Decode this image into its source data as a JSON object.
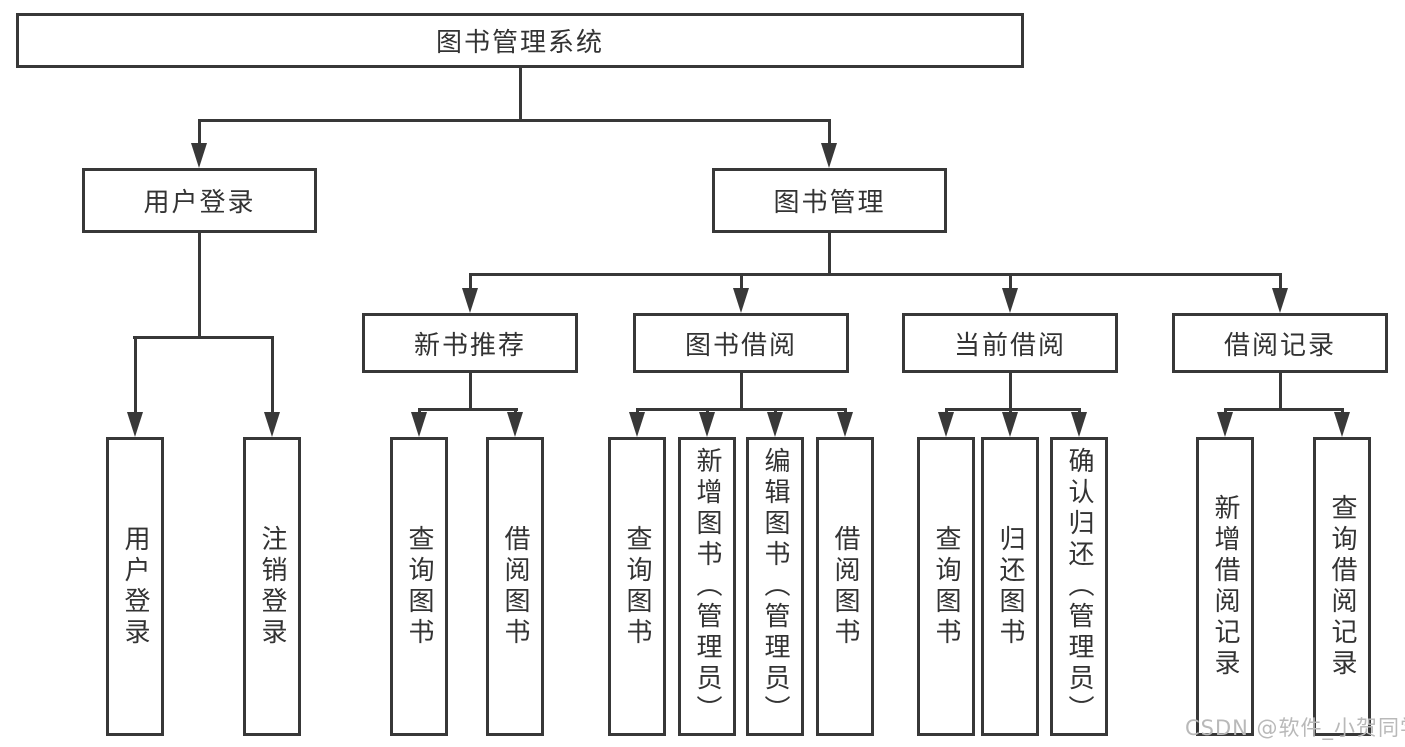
{
  "diagram_title": "图书管理系统",
  "watermark": "CSDN @软件_小贺同学",
  "colors": {
    "line": "#383838",
    "text": "#333333",
    "background": "#ffffff",
    "watermark": "#b9b9b9"
  },
  "root": {
    "label": "图书管理系统"
  },
  "branches": [
    {
      "label": "用户登录",
      "children": [
        {
          "label": "用户登录"
        },
        {
          "label": "注销登录"
        }
      ]
    },
    {
      "label": "图书管理",
      "children": [
        {
          "label": "新书推荐",
          "children": [
            {
              "label": "查询图书"
            },
            {
              "label": "借阅图书"
            }
          ]
        },
        {
          "label": "图书借阅",
          "children": [
            {
              "label": "查询图书"
            },
            {
              "label": "新增图书（管理员）"
            },
            {
              "label": "编辑图书（管理员）"
            },
            {
              "label": "借阅图书"
            }
          ]
        },
        {
          "label": "当前借阅",
          "children": [
            {
              "label": "查询图书"
            },
            {
              "label": "归还图书"
            },
            {
              "label": "确认归还（管理员）"
            }
          ]
        },
        {
          "label": "借阅记录",
          "children": [
            {
              "label": "新增借阅记录"
            },
            {
              "label": "查询借阅记录"
            }
          ]
        }
      ]
    }
  ]
}
